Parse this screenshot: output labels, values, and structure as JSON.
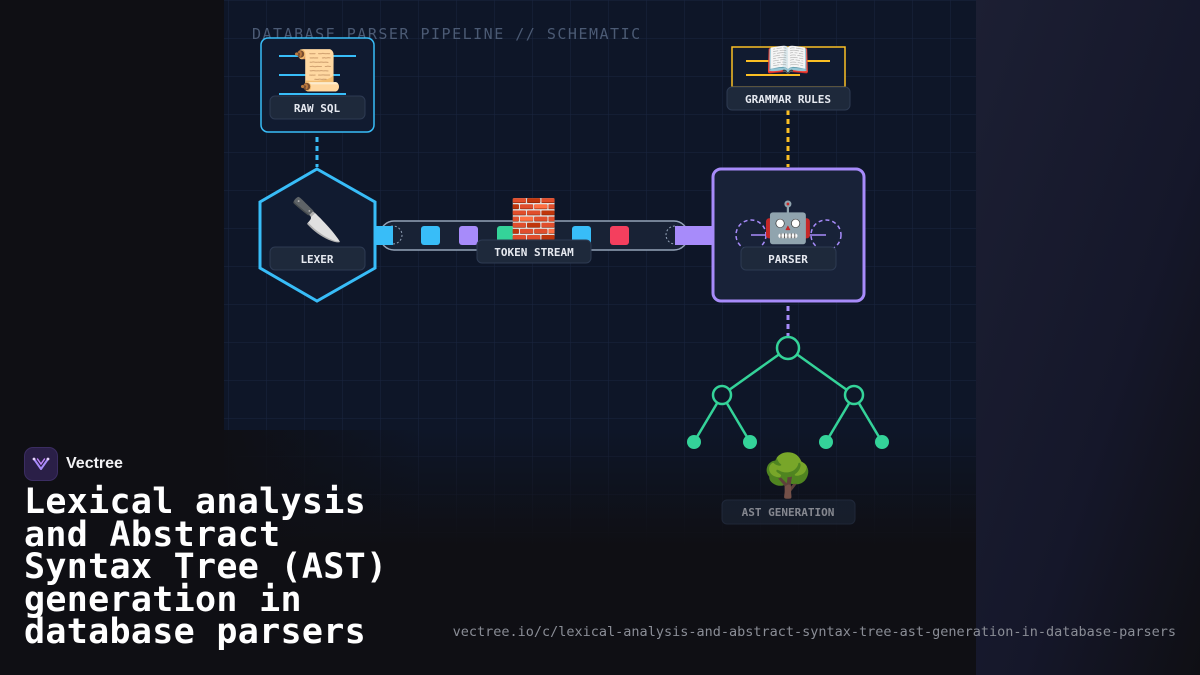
{
  "diagram": {
    "title": "DATABASE PARSER PIPELINE // SCHEMATIC",
    "nodes": {
      "raw_sql": {
        "label": "RAW SQL",
        "icon": "scroll-icon",
        "glyph": "📜"
      },
      "lexer": {
        "label": "LEXER",
        "icon": "knife-icon",
        "glyph": "🔪"
      },
      "token_stream": {
        "label": "TOKEN STREAM",
        "icon": "bricks-icon",
        "glyph": "🧱"
      },
      "grammar_rules": {
        "label": "GRAMMAR RULES",
        "icon": "open-book-icon",
        "glyph": "📖"
      },
      "parser": {
        "label": "PARSER",
        "icon": "robot-icon",
        "glyph": "🤖"
      },
      "ast": {
        "label": "AST GENERATION",
        "icon": "tree-icon",
        "glyph": "🌳"
      }
    },
    "token_colors": [
      "#38bdf8",
      "#a78bfa",
      "#34d399",
      "#fbbf24",
      "#38bdf8",
      "#f43f5e"
    ],
    "colors": {
      "lexer": "#38bdf8",
      "grammar": "#fbbf24",
      "parser": "#a78bfa",
      "ast": "#34d399",
      "panel": "#0e1628",
      "chip": "#1e293b"
    }
  },
  "brand": {
    "name": "Vectree"
  },
  "headline": "Lexical analysis and Abstract Syntax Tree (AST) generation in database parsers",
  "url": "vectree.io/c/lexical-analysis-and-abstract-syntax-tree-ast-generation-in-database-parsers"
}
